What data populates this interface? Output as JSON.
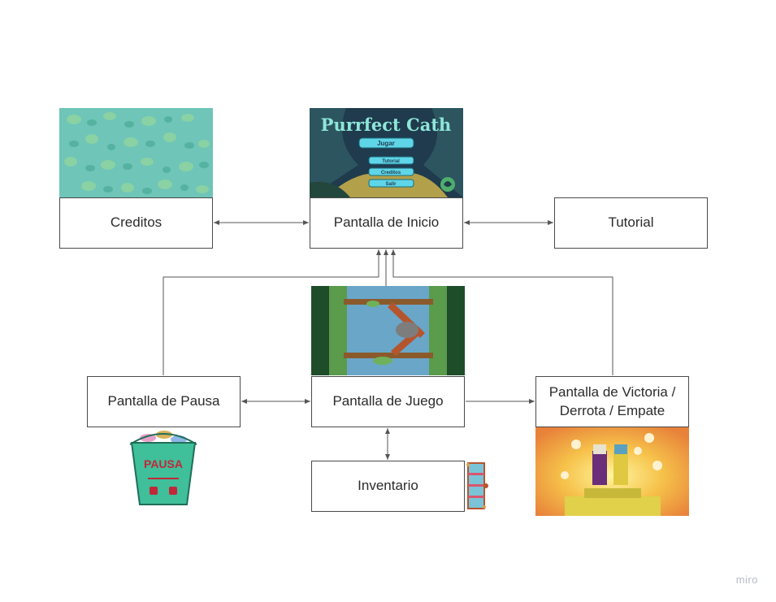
{
  "nodes": {
    "creditos": "Creditos",
    "inicio": "Pantalla de Inicio",
    "tutorial": "Tutorial",
    "pausa": "Pantalla de Pausa",
    "juego": "Pantalla de Juego",
    "victoria_line1": "Pantalla de Victoria /",
    "victoria_line2": "Derrota / Empate",
    "inventario": "Inventario"
  },
  "thumbnails": {
    "start_title": "Purrfect Cath",
    "start_play": "Jugar",
    "start_tutorial": "Tutorial",
    "start_credits": "Creditos",
    "start_exit": "Salir",
    "pause_label": "PAUSA"
  },
  "watermark": "miro",
  "colors": {
    "border": "#4a4a4a",
    "connector": "#555555",
    "teal_pattern": "#6ec5b8",
    "start_bg": "#1f3b4d",
    "game_water": "#6aa6c8",
    "game_grass": "#5a9b4c",
    "victory_bg": "#f0a53a"
  }
}
